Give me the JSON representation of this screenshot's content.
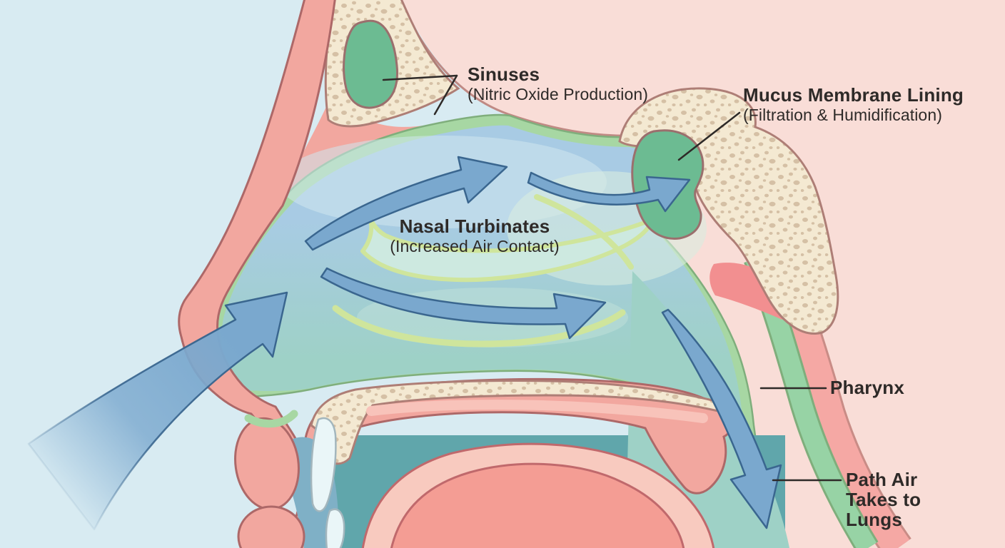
{
  "figure": {
    "type": "anatomical-diagram",
    "subject": "Sagittal cross-section of the head showing the path of air during nasal breathing"
  },
  "annotations": {
    "sinuses": {
      "title": "Sinuses",
      "subtitle": "(Nitric Oxide Production)"
    },
    "mucus_membrane": {
      "title": "Mucus Membrane Lining",
      "subtitle": "(Filtration & Humidification)"
    },
    "nasal_turbinates": {
      "title": "Nasal Turbinates",
      "subtitle": "(Increased Air Contact)"
    },
    "pharynx": {
      "title": "Pharynx"
    },
    "path_to_lungs": {
      "title": "Path Air Takes to Lungs"
    }
  },
  "colors": {
    "bg_left": "#d8ebf2",
    "bg_right": "#f9ddd7",
    "brow_outline": "#c08a84",
    "skin": "#f2a79f",
    "skin_outline": "#ad6868",
    "bone": "#f4e9d2",
    "bone_speckle": "#d5c0a5",
    "bone_outline": "#ae7e76",
    "lining_green": "#a7d7a3",
    "lining_outline": "#7fae7c",
    "cavity_blue": "#a8cbe4",
    "cavity_teal": "#9ed1c6",
    "cavity_highlight": "#cfe7ef",
    "lobe_highlight": "#d8ecdf",
    "turbinate_ridge": "#cfe59c",
    "turbinate_fill": "#cde9e0",
    "sinus_green": "#6cbb92",
    "sinus_outline": "#9b6f6d",
    "pharynx_green": "#97d3a5",
    "red_tissue": "#f28f90",
    "salmon_band": "#f5a8a4",
    "salmon_band_outline": "#c98c86",
    "oral_teal": "#60a6ab",
    "vestibule_blue": "#7fb0c6",
    "tongue": "#f49d94",
    "tongue_light": "#f8cabf",
    "tongue_outline": "#c0696c",
    "tooth_white": "#eaf6f8",
    "tooth_outline": "#a3b6bd",
    "arrow_fill": "#7aa8ce",
    "arrow_outline": "#3a668f",
    "text": "#2e2a28"
  }
}
